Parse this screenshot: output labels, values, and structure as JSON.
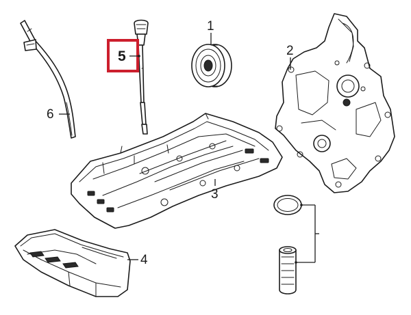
{
  "callouts": [
    {
      "id": "1",
      "label": "1"
    },
    {
      "id": "2",
      "label": "2"
    },
    {
      "id": "3",
      "label": "3"
    },
    {
      "id": "4",
      "label": "4"
    },
    {
      "id": "5",
      "label": "5"
    },
    {
      "id": "6",
      "label": "6"
    }
  ],
  "highlight": {
    "callout": "5",
    "color": "#cc1f2d"
  }
}
